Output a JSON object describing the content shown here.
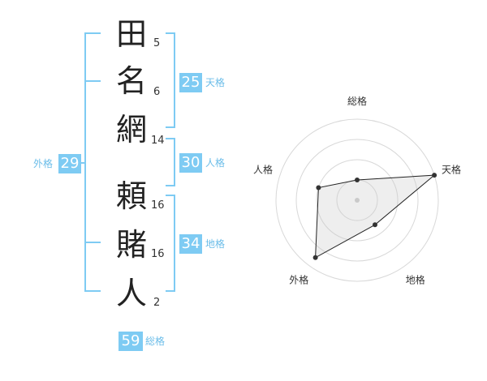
{
  "name": {
    "chars": [
      {
        "char": "田",
        "strokes": "5"
      },
      {
        "char": "名",
        "strokes": "6"
      },
      {
        "char": "網",
        "strokes": "14"
      },
      {
        "char": "頼",
        "strokes": "16"
      },
      {
        "char": "賭",
        "strokes": "16"
      },
      {
        "char": "人",
        "strokes": "2"
      }
    ]
  },
  "kakusu": {
    "tenkaku": {
      "value": "25",
      "label": "天格"
    },
    "jinkaku": {
      "value": "30",
      "label": "人格"
    },
    "chikaku": {
      "value": "34",
      "label": "地格"
    },
    "gaikaku": {
      "value": "29",
      "label": "外格"
    },
    "soukaku": {
      "value": "59",
      "label": "総格"
    }
  },
  "colors": {
    "accent": "#7ecbf3",
    "label": "#6bbde9"
  },
  "chart_data": {
    "type": "radar",
    "axes": [
      "総格",
      "天格",
      "地格",
      "外格",
      "人格"
    ],
    "levels": 4,
    "max": 4,
    "values": [
      1,
      4,
      1.5,
      3.5,
      2
    ]
  }
}
